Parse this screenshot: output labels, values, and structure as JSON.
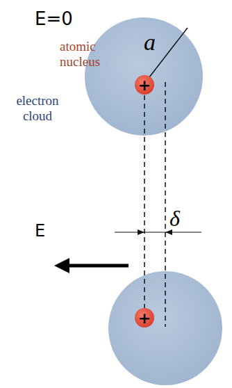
{
  "diagram": {
    "labels": [
      "E=0",
      "atomic nucleus",
      "a",
      "electron cloud",
      "+",
      "+",
      "δ",
      "E"
    ]
  }
}
